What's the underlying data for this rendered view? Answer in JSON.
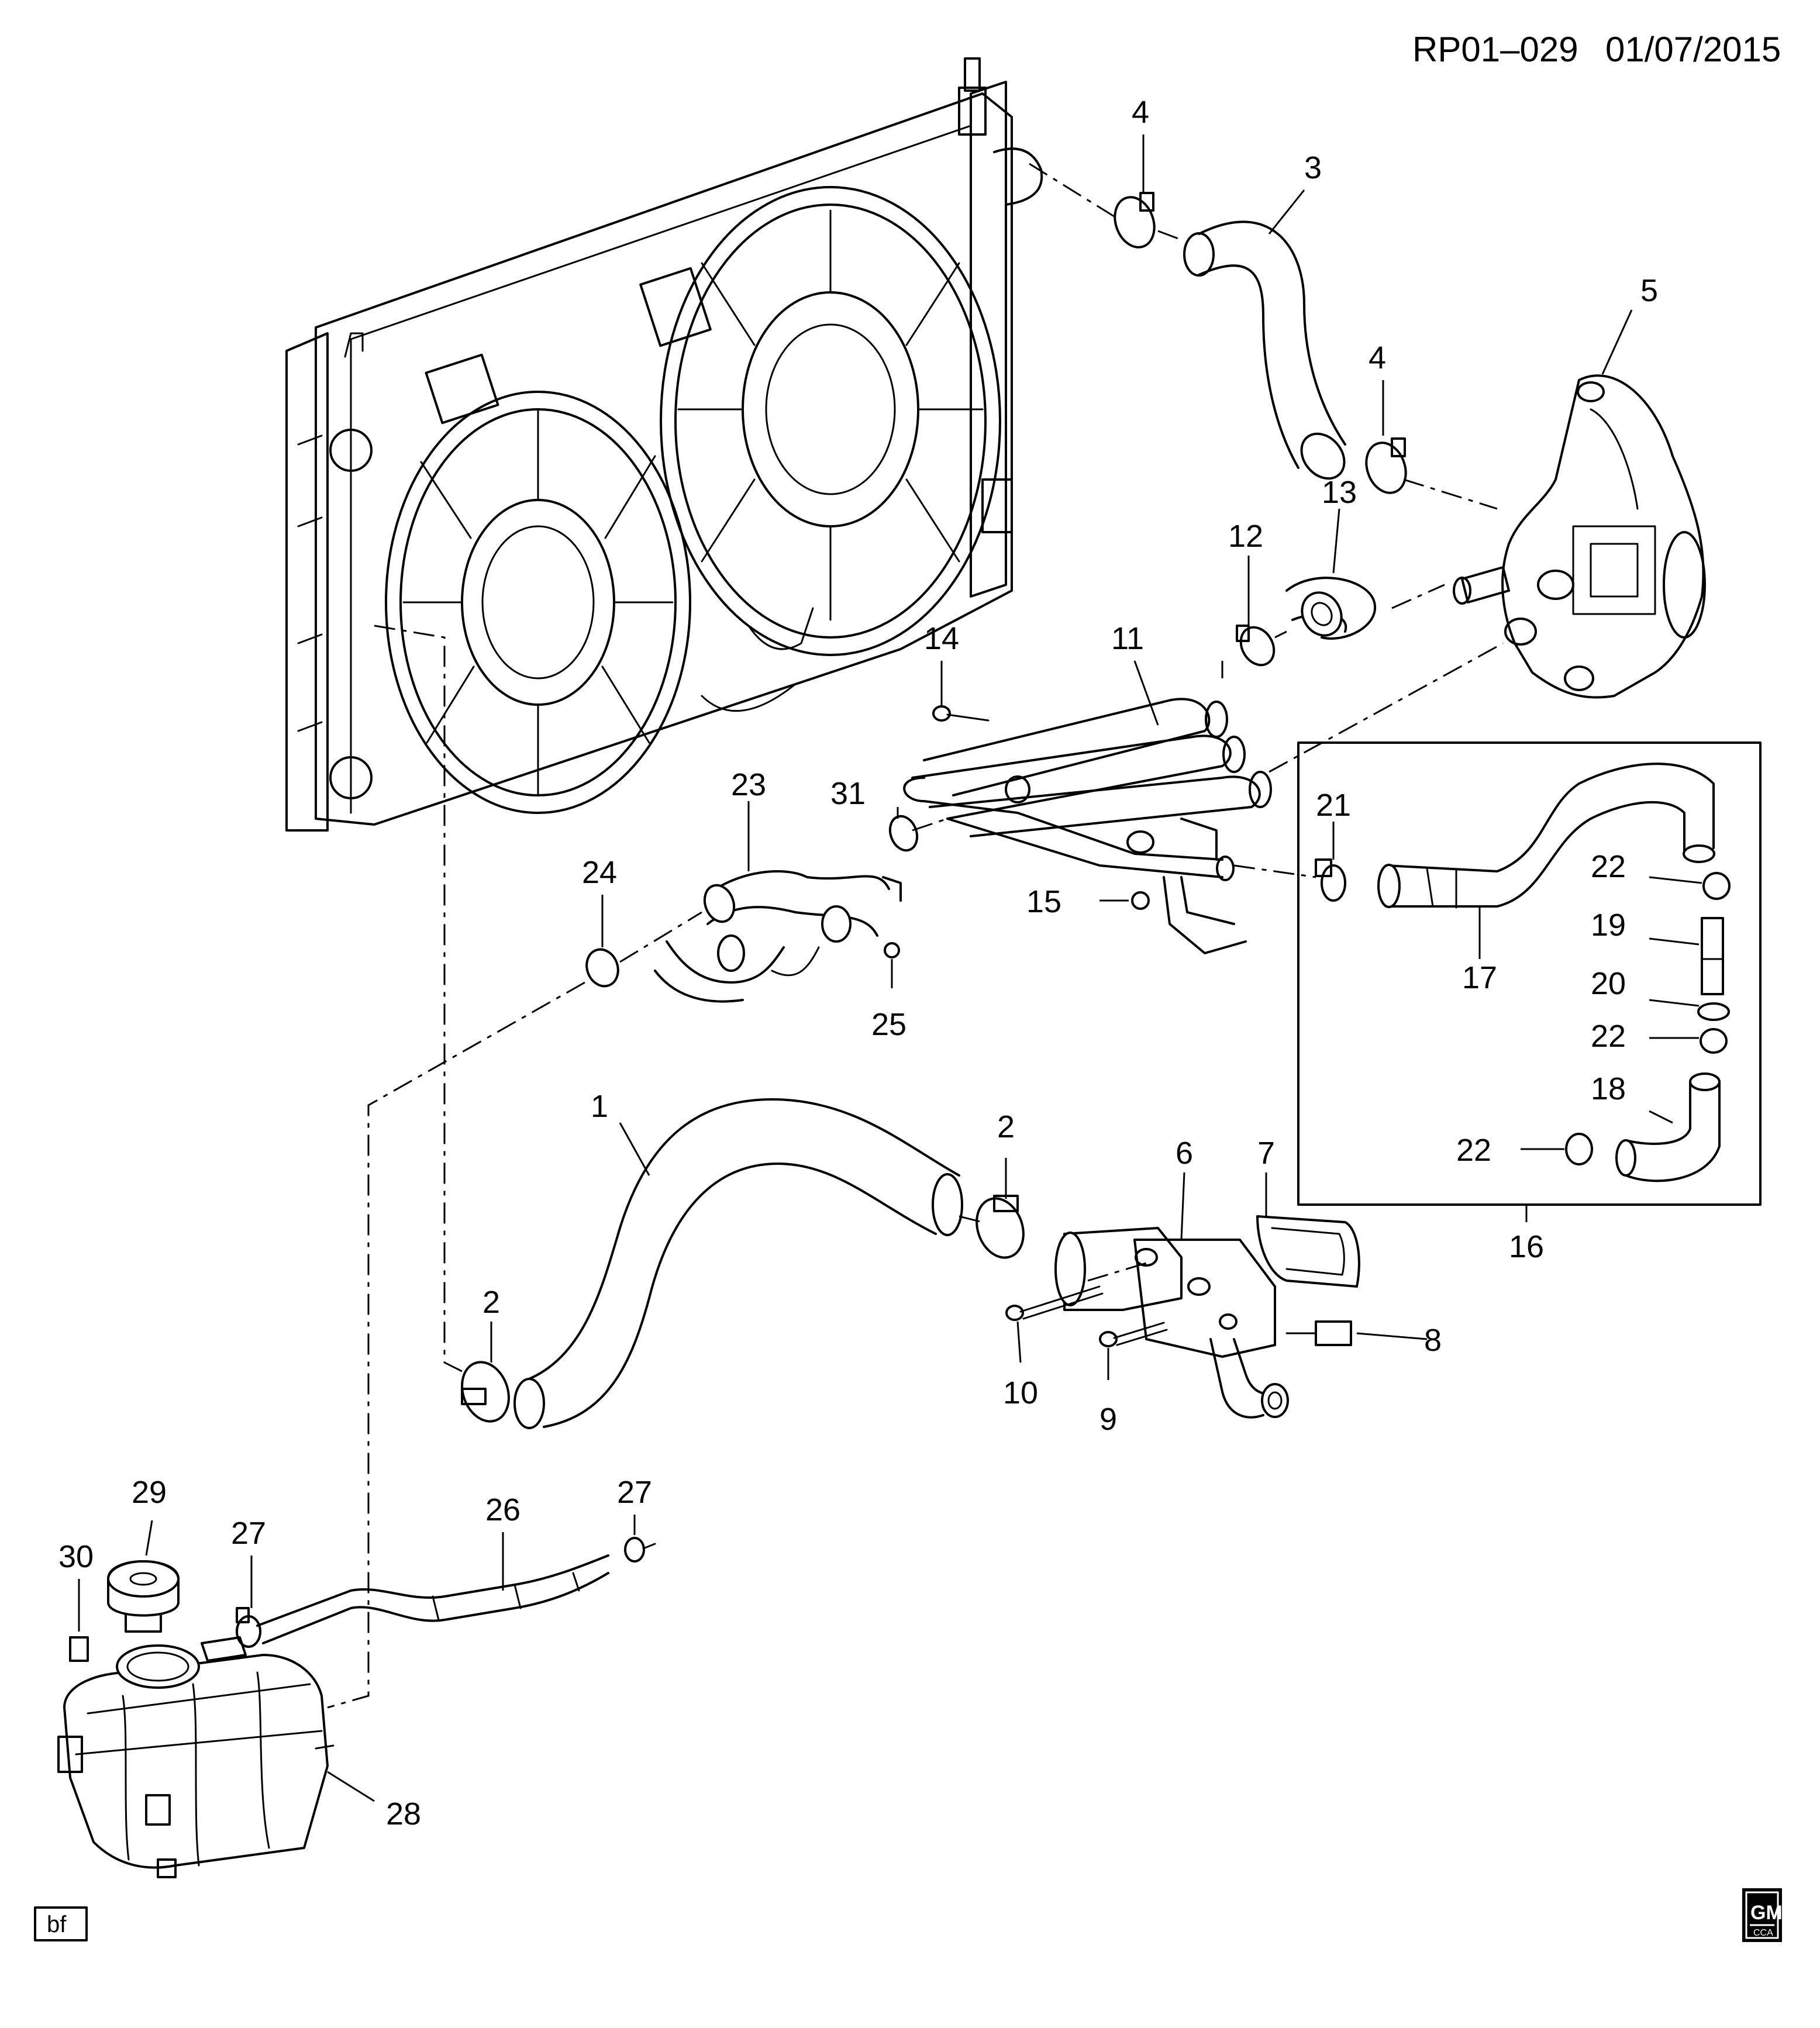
{
  "header": {
    "ref": "RP01–029",
    "date": "01/07/2015"
  },
  "footer": {
    "tag": "bf",
    "logo_text": "GM",
    "logo_subtext": "CCA"
  },
  "callouts": {
    "c1": "1",
    "c2a": "2",
    "c2b": "2",
    "c3": "3",
    "c4a": "4",
    "c4b": "4",
    "c5": "5",
    "c6": "6",
    "c7": "7",
    "c8": "8",
    "c9": "9",
    "c10": "10",
    "c11": "11",
    "c12": "12",
    "c13": "13",
    "c14": "14",
    "c15": "15",
    "c16": "16",
    "c17": "17",
    "c18": "18",
    "c19": "19",
    "c20": "20",
    "c21": "21",
    "c22a": "22",
    "c22b": "22",
    "c22c": "22",
    "c23": "23",
    "c24": "24",
    "c25": "25",
    "c26": "26",
    "c27a": "27",
    "c27b": "27",
    "c28": "28",
    "c29": "29",
    "c30": "30",
    "c31": "31"
  }
}
